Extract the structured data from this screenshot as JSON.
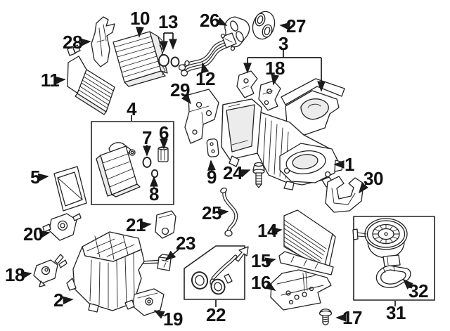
{
  "diagram": {
    "background_color": "#ffffff",
    "line_color": "#222222",
    "label_color": "#111111",
    "shade_color": "#ececec",
    "callouts": {
      "1": "1",
      "2": "2",
      "3": "3",
      "4": "4",
      "5": "5",
      "6": "6",
      "7": "7",
      "8": "8",
      "9": "9",
      "10": "10",
      "11": "11",
      "12": "12",
      "13": "13",
      "14": "14",
      "15": "15",
      "16": "16",
      "17": "17",
      "18": "18",
      "19": "19",
      "20": "20",
      "21": "21",
      "22": "22",
      "23": "23",
      "24": "24",
      "25": "25",
      "26": "26",
      "27": "27",
      "28": "28",
      "29": "29",
      "30": "30",
      "31": "31",
      "32": "32"
    }
  }
}
